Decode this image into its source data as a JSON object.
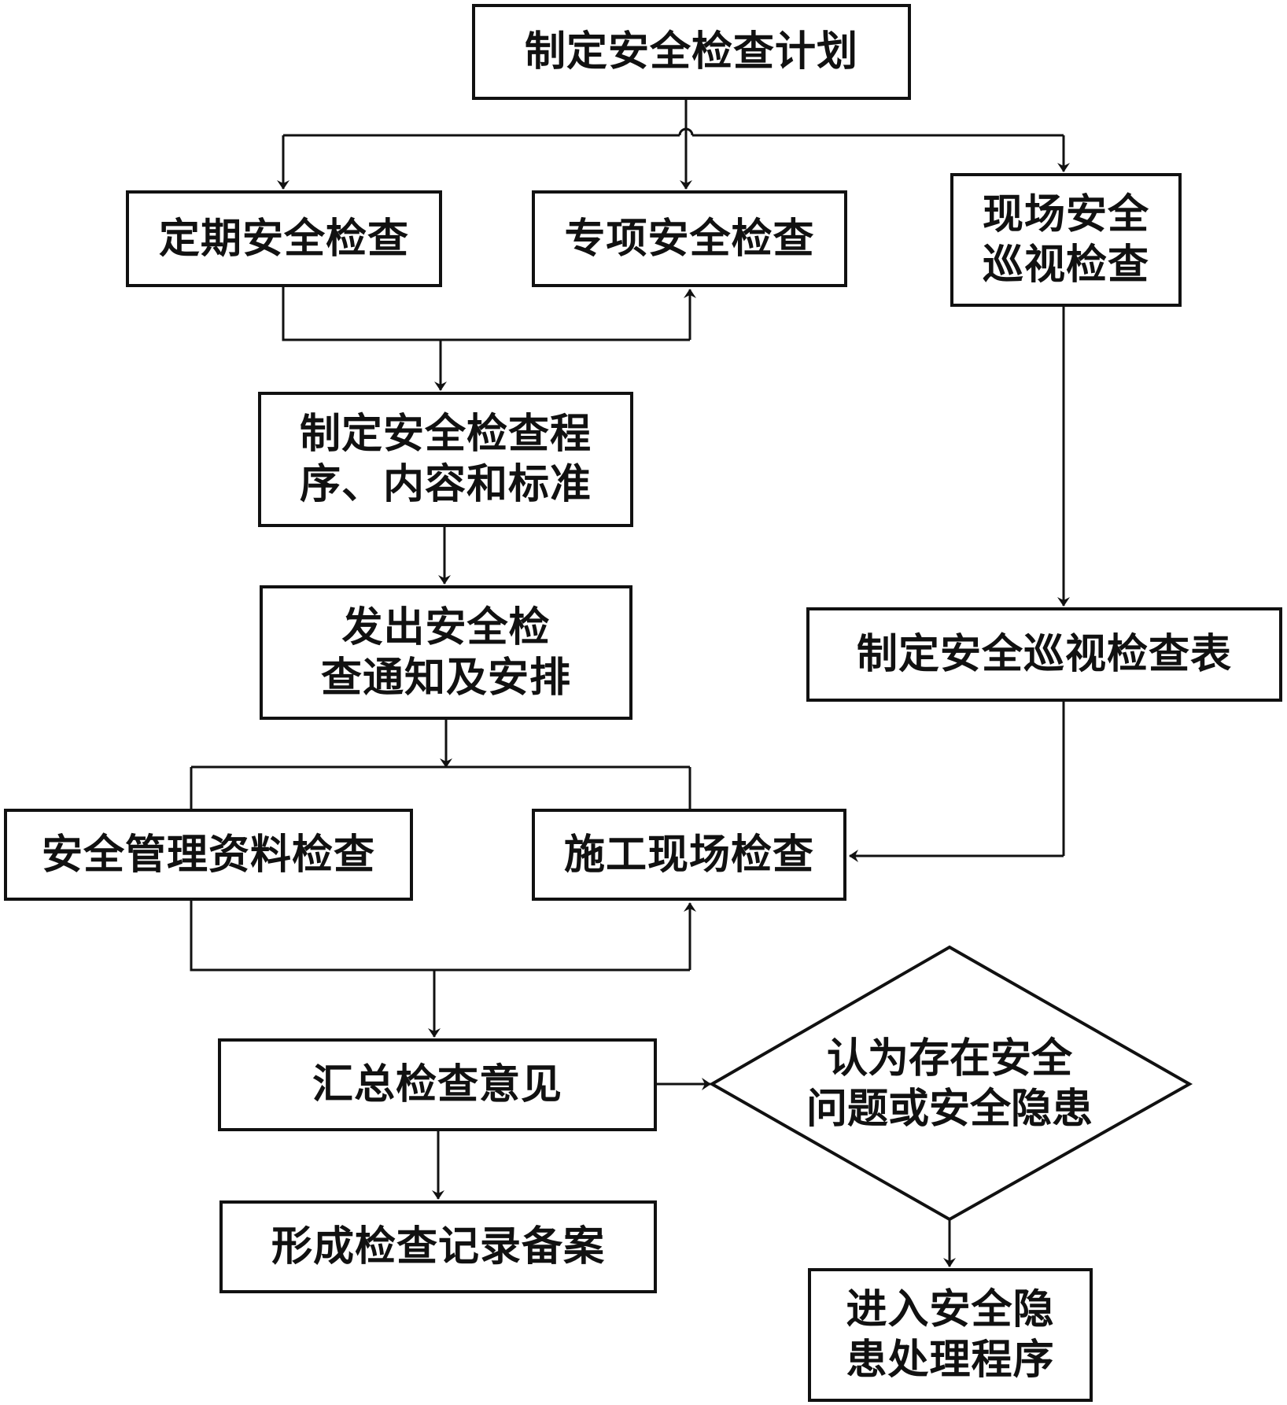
{
  "nodes": {
    "plan": "制定安全检查计划",
    "periodic": "定期安全检查",
    "special": "专项安全检查",
    "patrol": "现场安全\n巡视检查",
    "procedure": "制定安全检查程\n序、内容和标准",
    "notice": "发出安全检\n查通知及安排",
    "patrol_sheet": "制定安全巡视检查表",
    "mgmt_docs": "安全管理资料检查",
    "site_check": "施工现场检查",
    "summary": "汇总检查意见",
    "decision": "认为存在安全\n问题或安全隐患",
    "record": "形成检查记录备案",
    "hazard_proc": "进入安全隐\n患处理程序"
  },
  "colors": {
    "stroke": "#111111",
    "background": "#ffffff"
  }
}
